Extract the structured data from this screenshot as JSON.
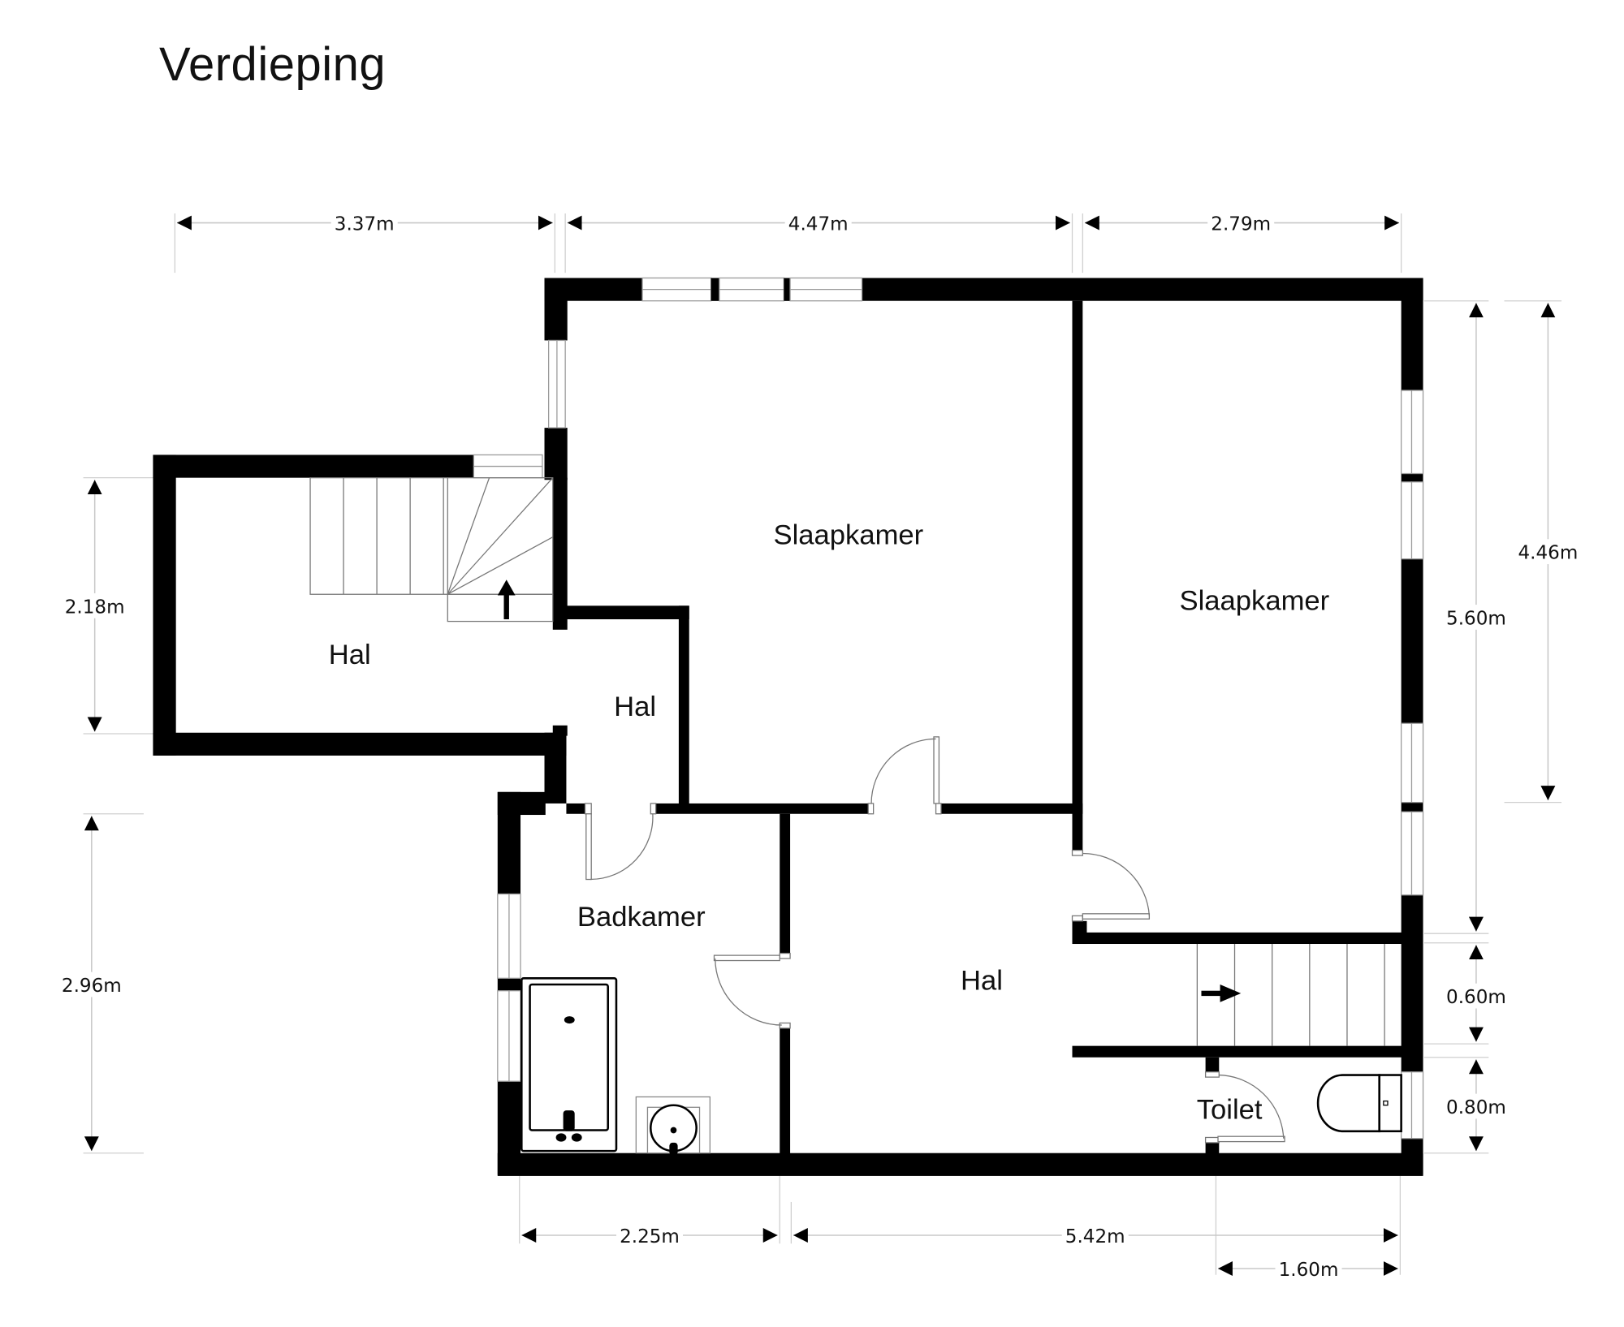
{
  "title": "Verdieping",
  "rooms": {
    "hal_west": "Hal",
    "hal_corridor": "Hal",
    "slaapkamer_1": "Slaapkamer",
    "slaapkamer_2": "Slaapkamer",
    "badkamer": "Badkamer",
    "hal_central": "Hal",
    "toilet": "Toilet"
  },
  "dimensions": {
    "top_left_width": "3.37m",
    "top_middle_width": "4.47m",
    "top_right_width": "2.79m",
    "left_upper_height": "2.18m",
    "left_lower_height": "2.96m",
    "right_outer_height": "4.46m",
    "right_inner_height": "5.60m",
    "stair_height": "0.60m",
    "toilet_height": "0.80m",
    "bottom_left_width": "2.25m",
    "bottom_right_width": "5.42m",
    "toilet_width": "1.60m"
  },
  "symbols": {
    "stair_west_direction": "up-arrow-icon",
    "stair_east_direction": "right-arrow-icon"
  }
}
